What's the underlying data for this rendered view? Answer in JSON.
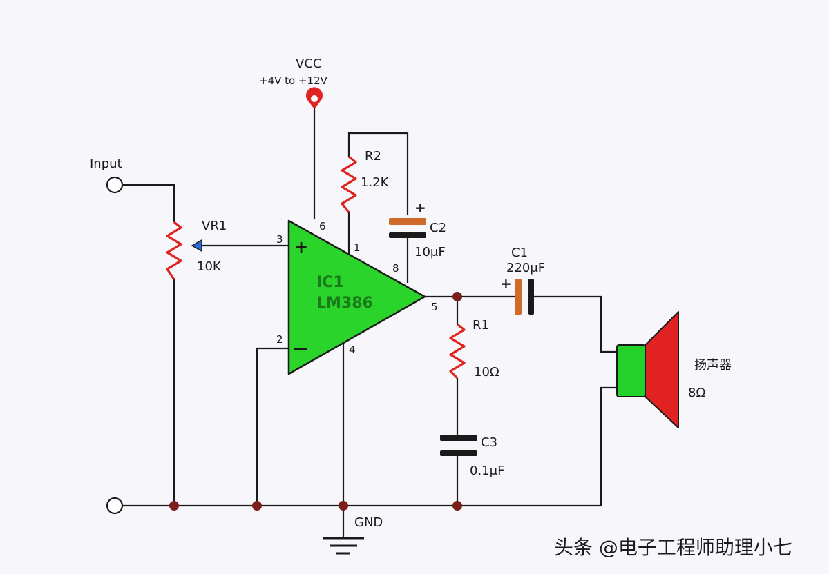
{
  "vcc": {
    "name": "VCC",
    "range": "+4V to +12V"
  },
  "input_label": "Input",
  "gnd_label": "GND",
  "vr1": {
    "name": "VR1",
    "value": "10K"
  },
  "r2": {
    "name": "R2",
    "value": "1.2K"
  },
  "c2": {
    "name": "C2",
    "value": "10μF",
    "polarity": "+"
  },
  "c1": {
    "name": "C1",
    "value": "220μF",
    "polarity": "+"
  },
  "r1": {
    "name": "R1",
    "value": "10Ω"
  },
  "c3": {
    "name": "C3",
    "value": "0.1μF"
  },
  "ic": {
    "name": "IC1",
    "part": "LM386",
    "plus": "+",
    "minus": "—"
  },
  "pins": {
    "p3": "3",
    "p2": "2",
    "p6": "6",
    "p1": "1",
    "p8": "8",
    "p5": "5",
    "p4": "4"
  },
  "speaker": {
    "name": "扬声器",
    "impedance": "8Ω"
  },
  "watermark": "头条 @电子工程师助理小七",
  "colors": {
    "wire": "#1a1a1a",
    "resistor": "#e1221b",
    "opamp": "#2ad42a",
    "capacitor_polar": "#d06a2a",
    "speaker_cone": "#e02222",
    "speaker_body": "#22d22a",
    "vcc_terminal": "#e02222",
    "node": "#7a1f1a"
  }
}
